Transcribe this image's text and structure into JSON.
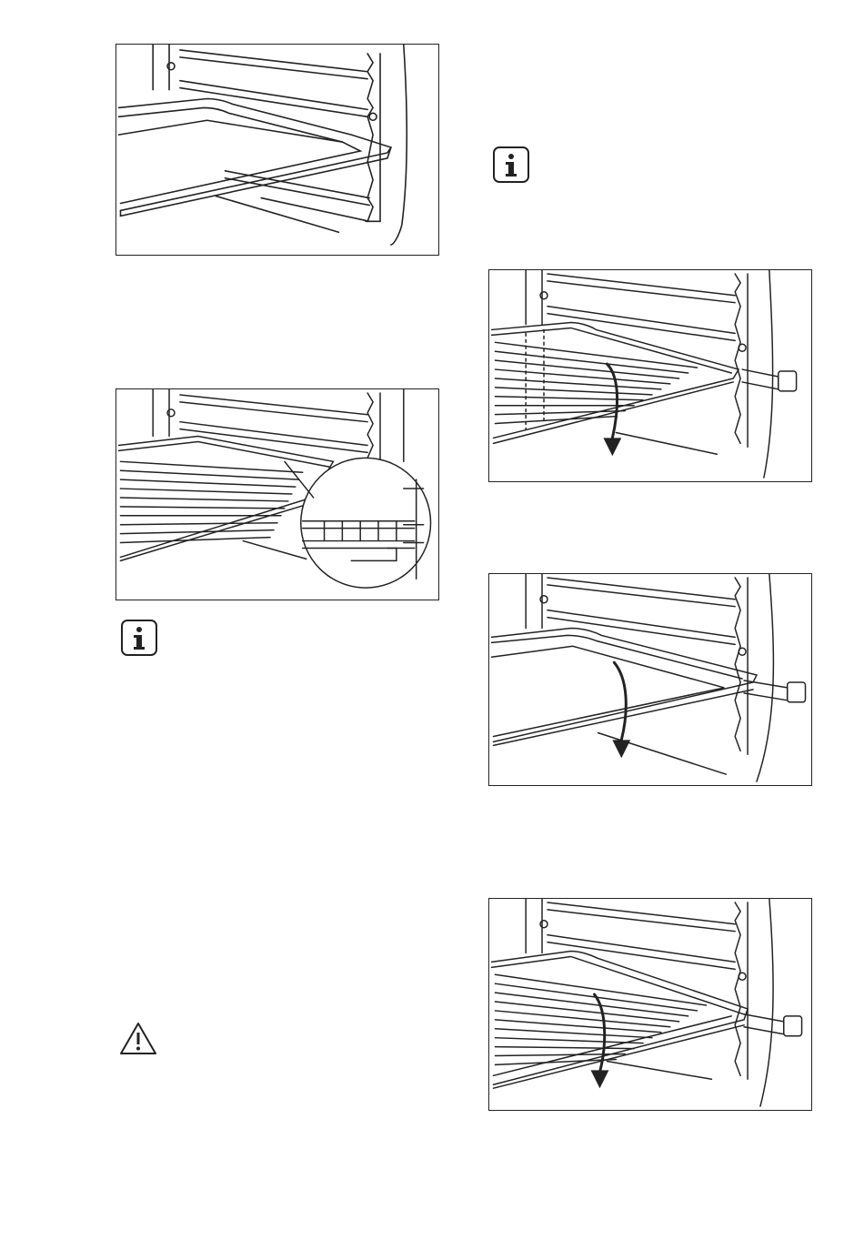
{
  "figures": [
    {
      "id": "fig-tray-slide-in",
      "description_icon": "oven-tray-on-shelf-support"
    },
    {
      "id": "fig-wire-shelf-detail",
      "description_icon": "oven-wire-shelf-with-magnified-detail"
    },
    {
      "id": "fig-wire-shelf-telescopic",
      "description_icon": "oven-wire-shelf-on-telescopic-runner"
    },
    {
      "id": "fig-tray-telescopic",
      "description_icon": "oven-tray-on-telescopic-runner"
    },
    {
      "id": "fig-shelf-tray-telescopic",
      "description_icon": "oven-shelf-and-tray-on-telescopic-runner"
    }
  ],
  "icons": {
    "info_1": "info-icon",
    "info_2": "info-icon",
    "warning": "warning-icon"
  }
}
